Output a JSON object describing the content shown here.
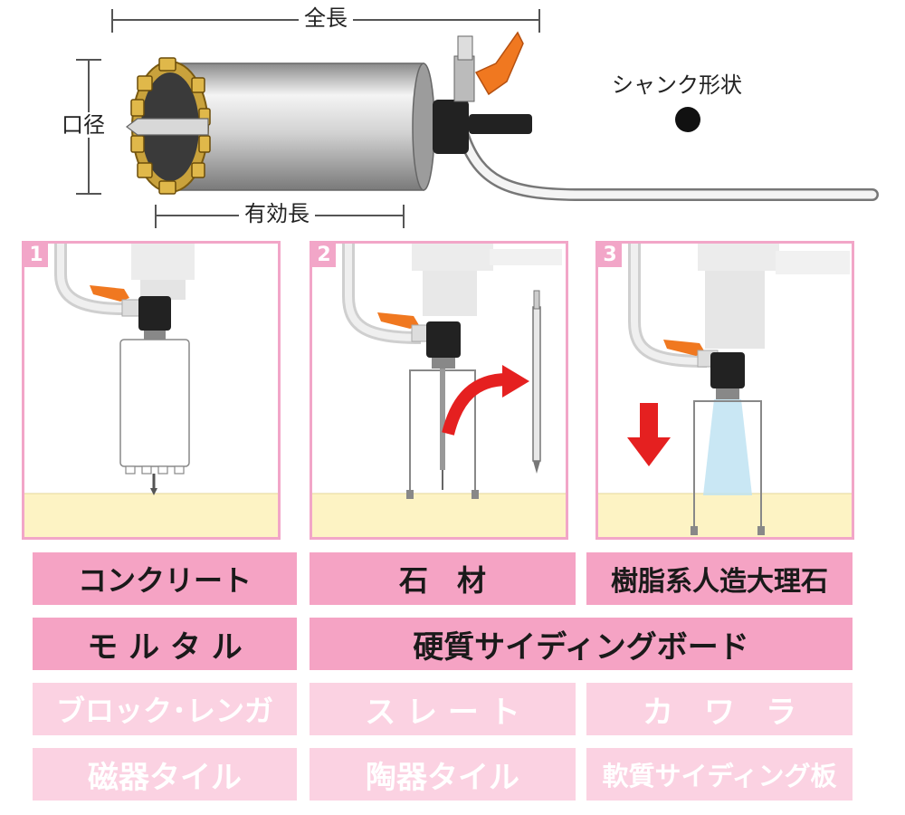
{
  "top_diagram": {
    "total_length_label": "全長",
    "bore_diameter_label": "口径",
    "effective_length_label": "有効長",
    "shank_shape_label": "シャンク形状"
  },
  "steps": [
    {
      "number": "1"
    },
    {
      "number": "2"
    },
    {
      "number": "3"
    }
  ],
  "materials": {
    "rows": [
      [
        {
          "label": "コンクリート",
          "active": true
        },
        {
          "label": "石　材",
          "active": true
        },
        {
          "label": "樹脂系人造大理石",
          "active": true
        }
      ],
      [
        {
          "label": "モ ル タ ル",
          "active": true
        },
        {
          "label": "硬質サイディングボード",
          "active": true
        }
      ],
      [
        {
          "label": "ブロック･レンガ",
          "active": false
        },
        {
          "label": "ス レ ー ト",
          "active": false
        },
        {
          "label": "カ　ワ　ラ",
          "active": false
        }
      ],
      [
        {
          "label": "磁器タイル",
          "active": false
        },
        {
          "label": "陶器タイル",
          "active": false
        },
        {
          "label": "軟質サイディング板",
          "active": false
        }
      ]
    ]
  },
  "colors": {
    "panel_border": "#f2a6c8",
    "active_cell": "#f5a3c4",
    "inactive_cell": "#fbd2e2",
    "handle_orange": "#f07820",
    "arrow_red": "#e52020",
    "ground_yellow": "#fdf3c4",
    "water_blue": "#bfe3f2"
  }
}
